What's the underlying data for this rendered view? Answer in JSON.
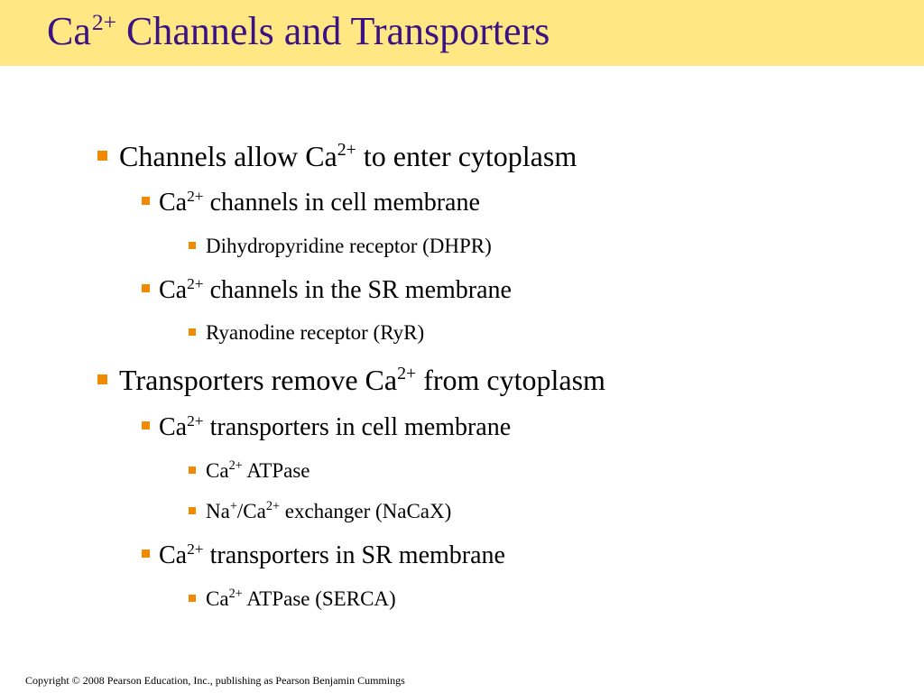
{
  "title": {
    "pre": "Ca",
    "sup": "2+",
    "post": " Channels and Transporters"
  },
  "bullets": [
    {
      "level": 1,
      "parts": [
        {
          "t": "Channels allow Ca"
        },
        {
          "t": "2+",
          "sup": true
        },
        {
          "t": " to enter cytoplasm"
        }
      ]
    },
    {
      "level": 2,
      "parts": [
        {
          "t": "Ca"
        },
        {
          "t": "2+",
          "sup": true
        },
        {
          "t": " channels in cell membrane"
        }
      ]
    },
    {
      "level": 3,
      "parts": [
        {
          "t": "Dihydropyridine receptor (DHPR)"
        }
      ]
    },
    {
      "level": 2,
      "parts": [
        {
          "t": "Ca"
        },
        {
          "t": "2+",
          "sup": true
        },
        {
          "t": " channels in the SR membrane"
        }
      ]
    },
    {
      "level": 3,
      "parts": [
        {
          "t": "Ryanodine receptor (RyR)"
        }
      ]
    },
    {
      "level": 1,
      "parts": [
        {
          "t": "Transporters remove Ca"
        },
        {
          "t": "2+",
          "sup": true
        },
        {
          "t": " from cytoplasm"
        }
      ]
    },
    {
      "level": 2,
      "parts": [
        {
          "t": "Ca"
        },
        {
          "t": "2+",
          "sup": true
        },
        {
          "t": " transporters in cell membrane"
        }
      ]
    },
    {
      "level": 3,
      "parts": [
        {
          "t": "Ca"
        },
        {
          "t": "2+",
          "sup": true
        },
        {
          "t": " ATPase"
        }
      ]
    },
    {
      "level": 3,
      "parts": [
        {
          "t": "Na"
        },
        {
          "t": "+",
          "sup": true
        },
        {
          "t": "/Ca"
        },
        {
          "t": "2+",
          "sup": true
        },
        {
          "t": " exchanger (NaCaX)"
        }
      ]
    },
    {
      "level": 2,
      "parts": [
        {
          "t": "Ca"
        },
        {
          "t": "2+",
          "sup": true
        },
        {
          "t": " transporters in SR membrane"
        }
      ]
    },
    {
      "level": 3,
      "parts": [
        {
          "t": "Ca"
        },
        {
          "t": "2+",
          "sup": true
        },
        {
          "t": " ATPase (SERCA)"
        }
      ]
    }
  ],
  "footer": "Copyright © 2008 Pearson Education, Inc., publishing as Pearson Benjamin Cummings",
  "colors": {
    "title_bar": "#FFE784",
    "title_text": "#3B1283",
    "bullet_marker": "#F28A00"
  }
}
